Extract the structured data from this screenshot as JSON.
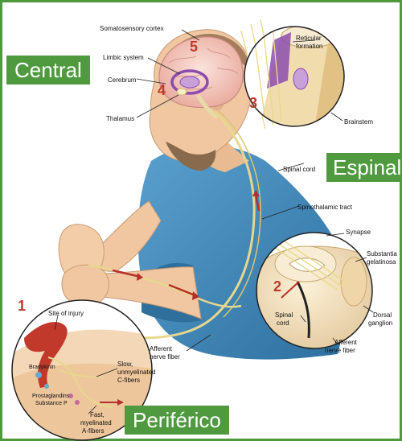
{
  "level_tags": {
    "central": "Central",
    "spinal": "Espinal",
    "peripheral": "Periférico"
  },
  "brain_labels": {
    "somatosensory_cortex": "Somatosensory cortex",
    "limbic_system": "Limbic system",
    "cerebrum": "Cerebrum",
    "thalamus": "Thalamus"
  },
  "brain_numbers": {
    "four": "4",
    "five": "5"
  },
  "brainstem_inset": {
    "number": "3",
    "reticular": "Reticular",
    "formation": "formation",
    "brainstem": "Brainstem"
  },
  "body_labels": {
    "spinal_cord": "Spinal cord",
    "spinothalamic_tract": "Spinothalamic tract",
    "afferent": "Afferent",
    "nerve_fiber": "nerve fiber"
  },
  "spinal_inset": {
    "number": "2",
    "synapse": "Synapse",
    "substantia": "Substantia",
    "gelatinosa": "gelatinosa",
    "dorsal": "Dorsal",
    "ganglion": "ganglion",
    "spinal": "Spinal",
    "cord": "cord",
    "afferent": "Afferent",
    "nerve_fiber": "nerve fiber"
  },
  "injury_inset": {
    "number": "1",
    "site_of_injury": "Site of injury",
    "bradykinin": "Bradykinin",
    "prostaglandins": "Prostaglandins",
    "substance_p": "Substance P",
    "slow": "Slow,",
    "unmyelinated": "unmyelinated",
    "c_fibers": "C-fibers",
    "fast": "Fast,",
    "myelinated": "myelinated",
    "a_fibers": "A-fibers"
  },
  "colors": {
    "frame_green": "#4f9a3f",
    "inset_number_red": "#c0392b",
    "nerve_fiber_yellow": "#e7d88d",
    "shirt_blue": "#3f86b8",
    "skin": "#f0c7a0",
    "brain_pink": "#f4c7bf",
    "limbic_purple": "#8c4cae"
  }
}
